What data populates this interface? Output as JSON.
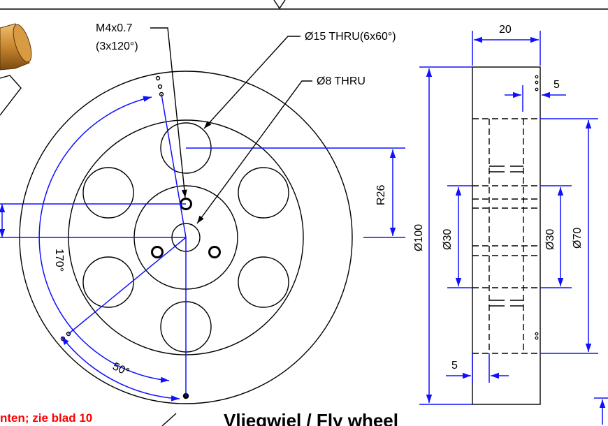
{
  "annotations": {
    "thread": "M4x0.7",
    "thread_count": "(3x120°)",
    "large_holes": "Ø15 THRU(6x60°)",
    "bore": "Ø8 THRU",
    "angle_170": "170°",
    "angle_50": "50°",
    "radius": "R26",
    "side_width": "20",
    "side_offset_top": "5",
    "side_offset_bottom": "5",
    "dia_100": "Ø100",
    "dia_30_left": "Ø30",
    "dia_30_right": "Ø30",
    "dia_70": "Ø70"
  },
  "notes": {
    "reference": "nten; zie blad 10",
    "title": "Vliegwiel / Fly wheel"
  },
  "colors": {
    "dimension": "#1010ff",
    "note_red": "#ff0000",
    "rod": "#c8862e"
  }
}
